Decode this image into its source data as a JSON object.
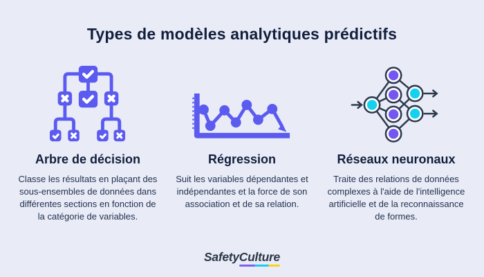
{
  "title": "Types de modèles analytiques prédictifs",
  "columns": [
    {
      "icon": "decision-tree-icon",
      "heading": "Arbre de décision",
      "body": "Classe les résultats en plaçant des sous-ensembles de données dans différentes sections en fonction de la catégorie de variables."
    },
    {
      "icon": "regression-chart-icon",
      "heading": "Régression",
      "body": "Suit les variables dépendantes et indépendantes et la force de son association et de sa relation."
    },
    {
      "icon": "neural-network-icon",
      "heading": "Réseaux neuronaux",
      "body": "Traite des relations de données complexes à l'aide de l'intelligence artificielle et de la reconnaissance de formes."
    }
  ],
  "footer": {
    "brand_part1": "Safety",
    "brand_part2": "Culture",
    "underline_colors": [
      "#7b61f0",
      "#1fc9f5",
      "#f7d21e"
    ]
  },
  "colors": {
    "background": "#e9ecf6",
    "heading_text": "#111e3d",
    "body_text": "#22304f",
    "icon_purple": "#5c5bf0",
    "node_purple": "#7456f1",
    "node_cyan": "#15d1f0",
    "network_line": "#2e3a4e"
  }
}
